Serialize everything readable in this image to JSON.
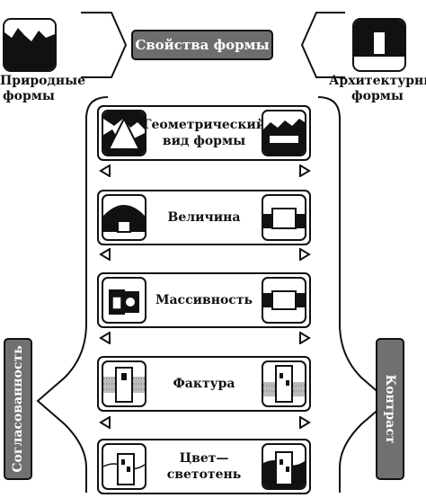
{
  "title": "Свойства формы",
  "natural_forms": {
    "label": "Природные формы",
    "icon": "mountain-silhouette-icon"
  },
  "architectural_forms": {
    "label": "Архитектурные формы",
    "icon": "doorway-icon"
  },
  "rows": [
    {
      "label": "Геометрический вид формы",
      "left_icon": "triangle-in-landscape-icon",
      "right_icon": "bar-in-landscape-icon"
    },
    {
      "label": "Величина",
      "left_icon": "small-block-under-dome-icon",
      "right_icon": "large-block-icon"
    },
    {
      "label": "Массивность",
      "left_icon": "massive-form-icon",
      "right_icon": "light-block-icon"
    },
    {
      "label": "Фактура",
      "left_icon": "textured-block-icon",
      "right_icon": "textured-tower-icon"
    },
    {
      "label": "Цвет—светотень",
      "left_icon": "light-building-icon",
      "right_icon": "dark-building-icon"
    }
  ],
  "side_left": {
    "label": "Согласованность"
  },
  "side_right": {
    "label": "Контраст"
  },
  "colors": {
    "box_fill": "#6d6d6d",
    "stroke": "#111111",
    "background": "#ffffff"
  }
}
